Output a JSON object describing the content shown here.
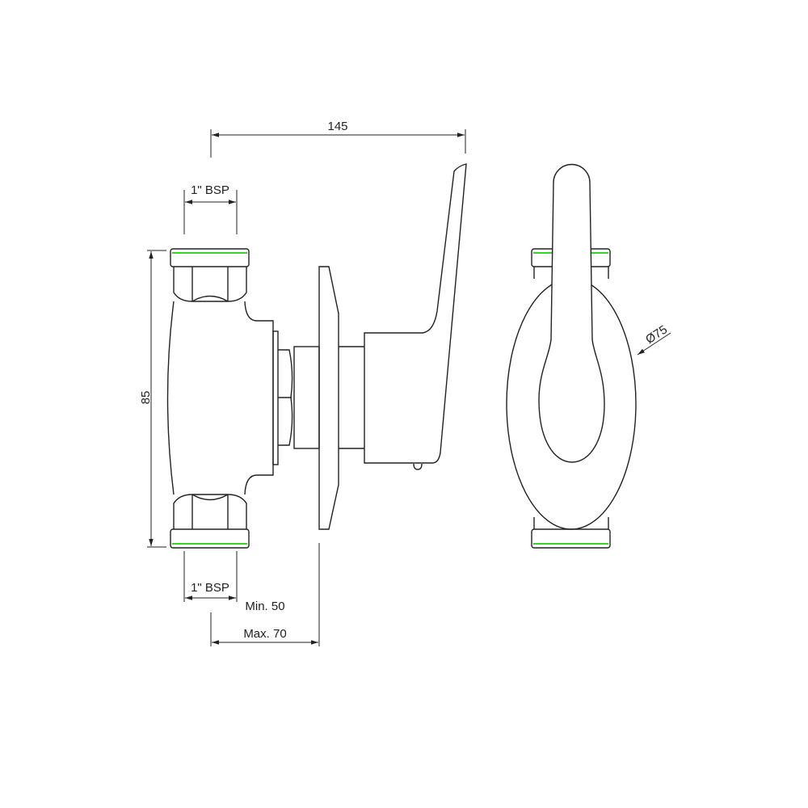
{
  "dimensions": {
    "overall_length": "145",
    "top_thread": "1\" BSP",
    "height": "85",
    "bottom_thread": "1\" BSP",
    "min_depth": "Min. 50",
    "max_depth": "Max. 70",
    "flange_diameter": "Ø75"
  },
  "colors": {
    "line": "#222222",
    "thread_mark": "#39d12a"
  }
}
